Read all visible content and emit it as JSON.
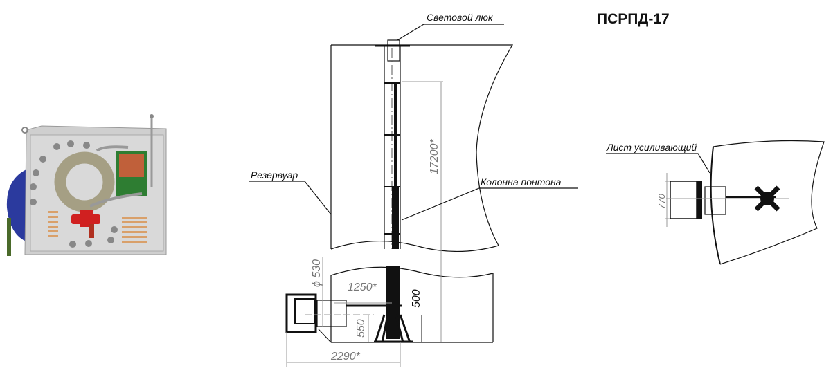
{
  "title": "ПСРПД-17",
  "labels": {
    "skylight": "Световой люк",
    "tank": "Резервуар",
    "pontoon_column": "Колонна понтона",
    "reinforcing_sheet": "Лист усиливающий"
  },
  "dimensions": {
    "height": "17200*",
    "offset": "1250*",
    "total_width": "2290*",
    "column_height": "500",
    "axis_height": "550",
    "diameter": "ϕ 530",
    "plan_width": "770"
  },
  "colors": {
    "line": "#111111",
    "dimension": "#888888",
    "housing": "#c8c8c8",
    "valve_red": "#d02020",
    "cylinder_green": "#2e7d32",
    "fins_orange": "#d9a06a",
    "dome_blue": "#2b3a9e"
  }
}
